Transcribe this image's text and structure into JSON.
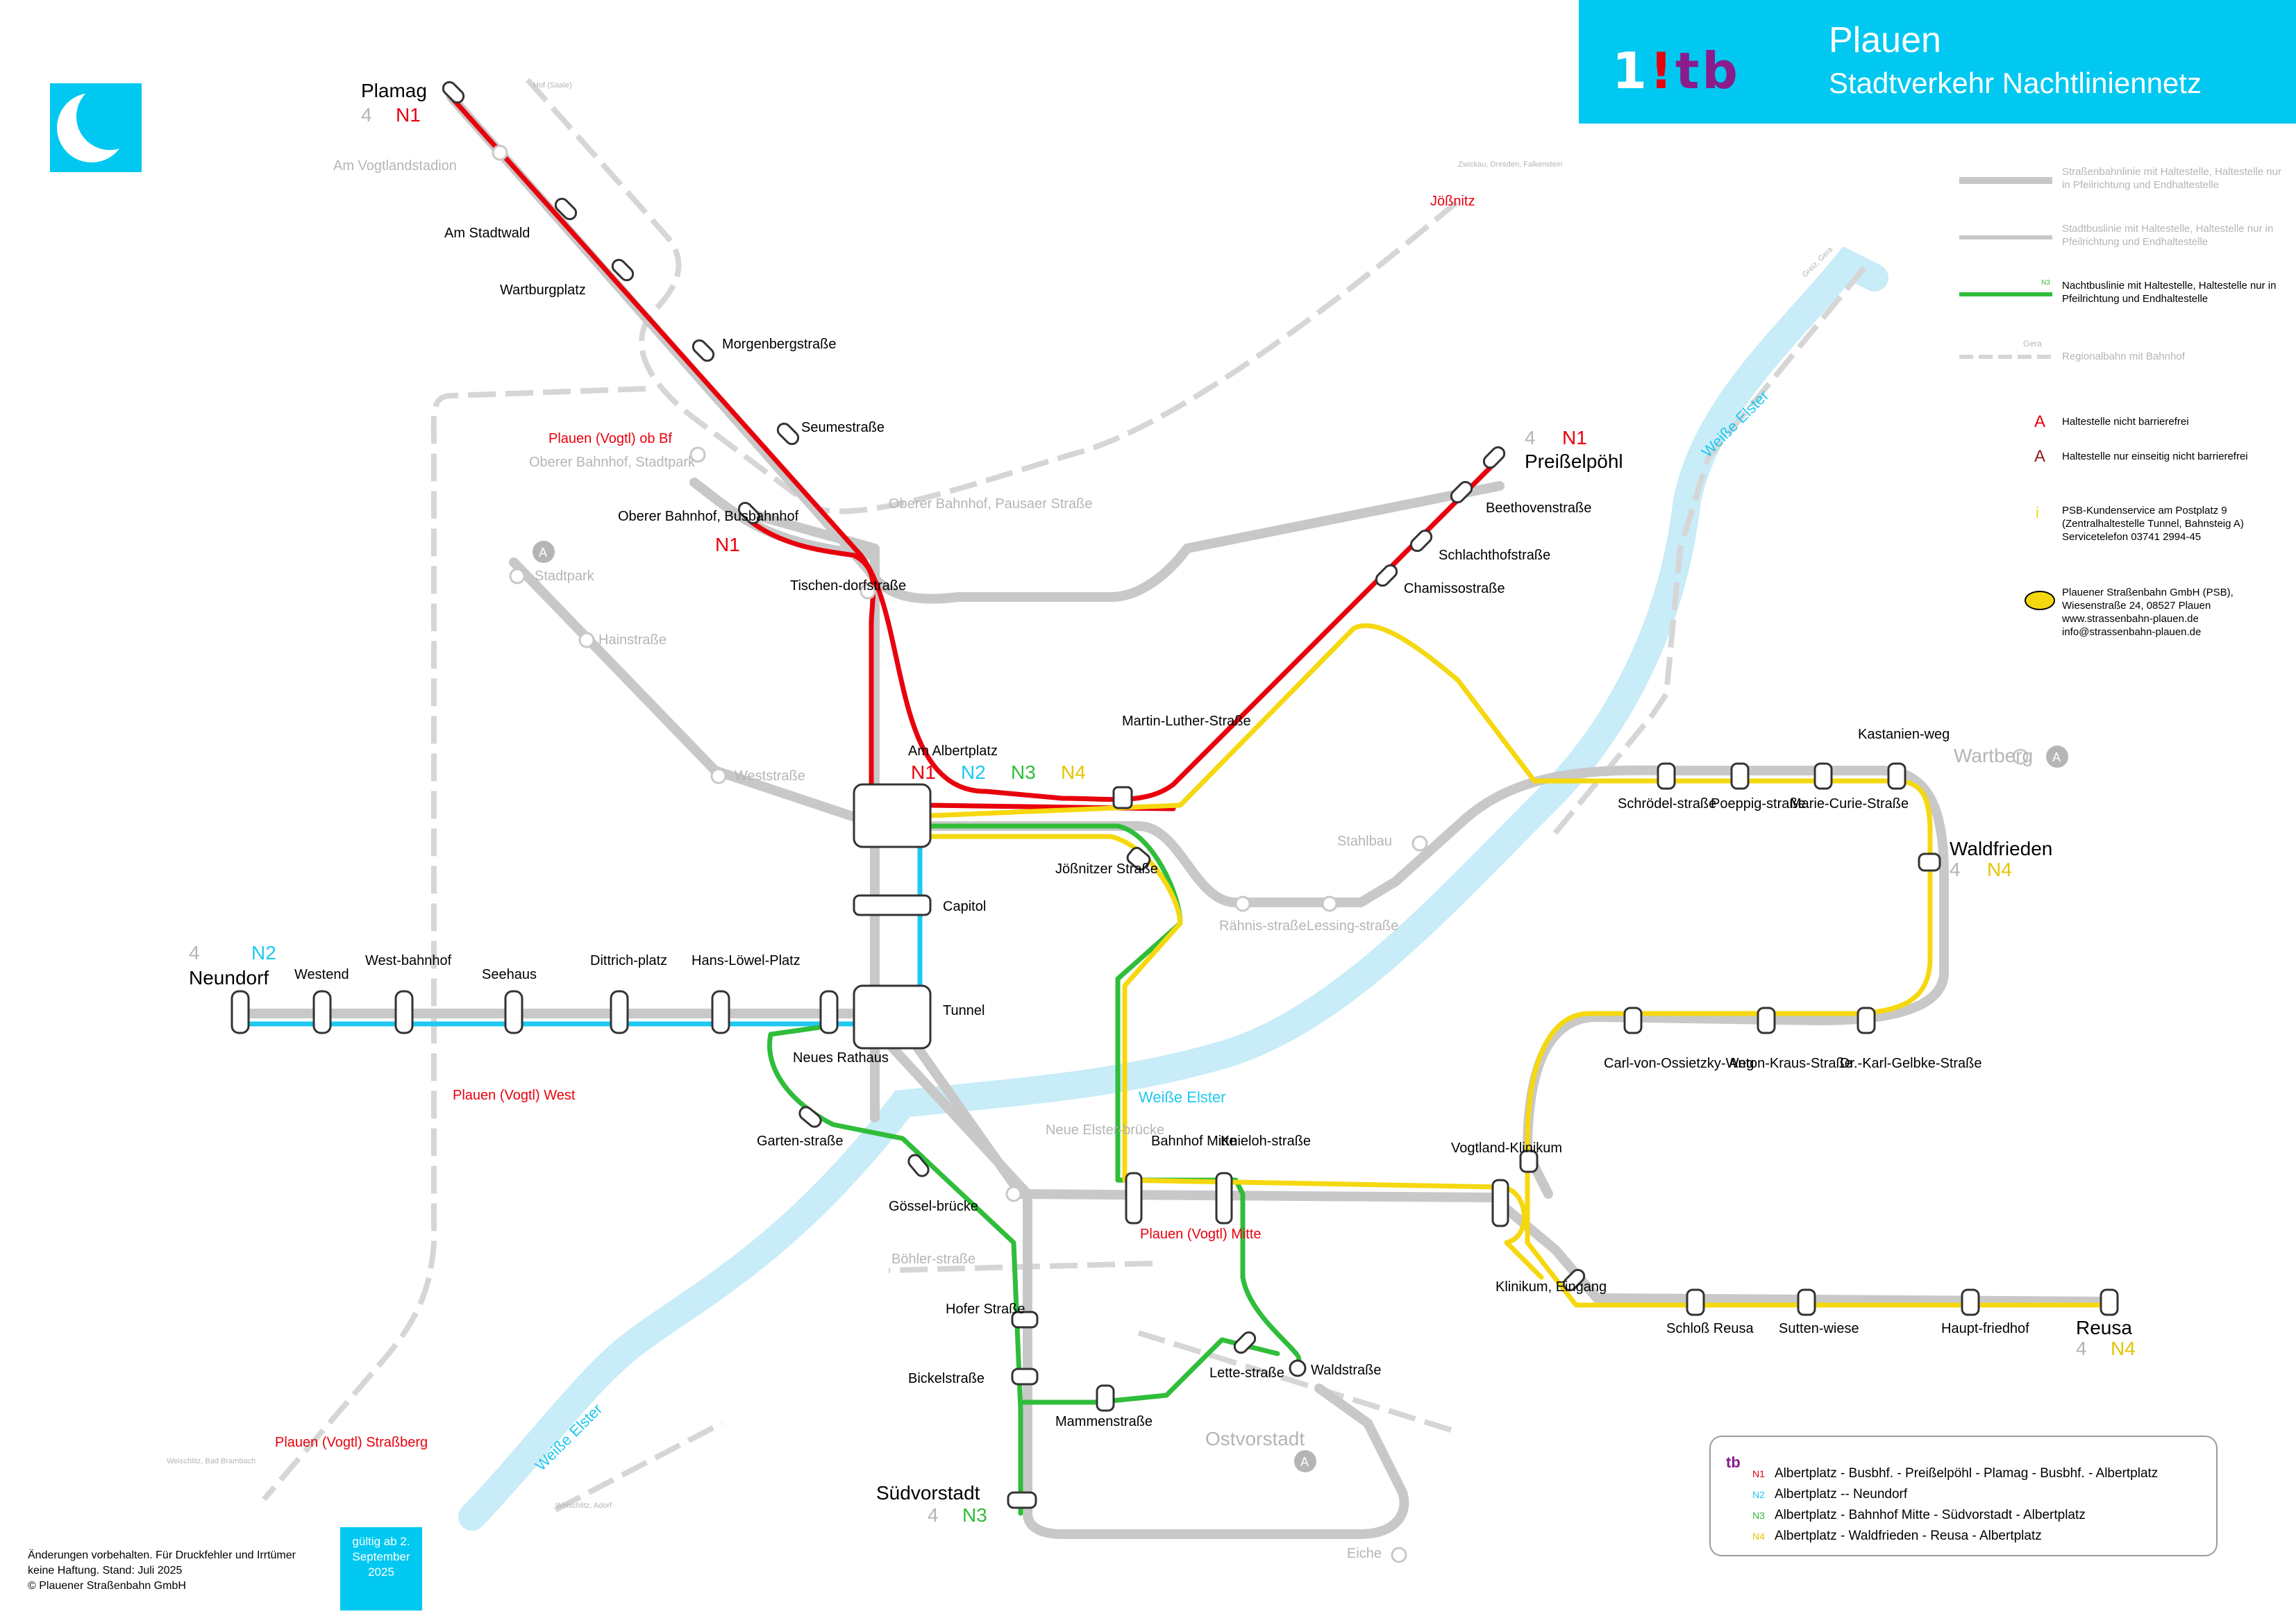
{
  "header": {
    "logo_one": "1",
    "logo_excl": "!",
    "logo_tb": "tb",
    "title": "Plauen",
    "subtitle": "Stadtverkehr Nachtliniennetz"
  },
  "colors": {
    "header_bg": "#00c8f0",
    "N1": "#e8000d",
    "N2": "#1ec8f0",
    "N3": "#2fbd3a",
    "N4": "#f5d80f",
    "tram": "#c8c8c8",
    "river": "#c8ecf8",
    "rail": "#d6d6d6"
  },
  "icons": [
    "moon-icon",
    "not-barrier-free-icon",
    "one-side-barrier-free-icon",
    "service-bahnsteig-icon",
    "psb-logo-icon",
    "rail-station-icon",
    "bus-a-icon"
  ],
  "stations": {
    "plamag": "Plamag",
    "am_vogtlandstadion": "Am Vogtlandstadion",
    "am_stadtwald": "Am Stadtwald",
    "wartburgplatz": "Wartburgplatz",
    "morgenbergstrasse": "Morgenbergstraße",
    "seumestrasse": "Seumestraße",
    "plauen_ob_bf": "Plauen (Vogtl) ob Bf",
    "oberer_bahnhof_stadtpark": "Oberer Bahnhof, Stadtpark",
    "oberer_bahnhof_busbahnhof": "Oberer Bahnhof, Busbahnhof",
    "oberer_bahnhof_pausaer": "Oberer Bahnhof, Pausaer Straße",
    "tischendorfstrasse": "Tischen-dorfstraße",
    "stadtpark": "Stadtpark",
    "hainstrasse": "Hainstraße",
    "weststrasse": "Weststraße",
    "am_albertplatz": "Am Albertplatz",
    "martin_luther_strasse": "Martin-Luther-Straße",
    "preisselpoehl": "Preißelpöhl",
    "beethovenstrasse": "Beethovenstraße",
    "schlachthofstrasse": "Schlachthofstraße",
    "chamissostrasse": "Chamissostraße",
    "joessnitz": "Jößnitz",
    "joessnitzer_strasse": "Jößnitzer Straße",
    "capitol": "Capitol",
    "tunnel": "Tunnel",
    "neundorf": "Neundorf",
    "westend": "Westend",
    "westbahnhof": "West-bahnhof",
    "seehaus": "Seehaus",
    "dittrichplatz": "Dittrich-platz",
    "hans_loewel_platz": "Hans-Löwel-Platz",
    "neues_rathaus": "Neues Rathaus",
    "plauen_west": "Plauen (Vogtl) West",
    "gartenstrasse": "Garten-straße",
    "goesselbruecke": "Gössel-brücke",
    "boehlerstrasse": "Böhler-straße",
    "neue_elsterbruecke": "Neue Elster-brücke",
    "bahnhof_mitte": "Bahnhof Mitte",
    "knielohstrasse": "Knieloh-straße",
    "plauen_mitte": "Plauen (Vogtl) Mitte",
    "hofer_strasse": "Hofer Straße",
    "bickelstrasse": "Bickelstraße",
    "mammenstrasse": "Mammenstraße",
    "lettestrasse": "Lette-straße",
    "waldstrasse": "Waldstraße",
    "suedvorstadt": "Südvorstadt",
    "ostvorstadt": "Ostvorstadt",
    "eiche": "Eiche",
    "plauen_strassberg": "Plauen (Vogtl) Straßberg",
    "stahlbau": "Stahlbau",
    "raehnisstrasse": "Rähnis-straße",
    "lessingstrasse": "Lessing-straße",
    "schroedelstrasse": "Schrödel-straße",
    "poeppigstrasse": "Poeppig-straße",
    "marie_curie_strasse": "Marie-Curie-Straße",
    "kastanienweg": "Kastanien-weg",
    "wartberg": "Wartberg",
    "waldfrieden": "Waldfrieden",
    "carl_von_ossietzky_weg": "Carl-von-Ossietzky-Weg",
    "anton_kraus_strasse": "Anton-Kraus-Straße",
    "dr_karl_gelbke_strasse": "Dr.-Karl-Gelbke-Straße",
    "vogtland_klinikum": "Vogtland-Klinikum",
    "klinikum_eingang": "Klinikum, Eingang",
    "schloss_reusa": "Schloß Reusa",
    "suttenwiese": "Sutten-wiese",
    "hauptfriedhof": "Haupt-friedhof",
    "reusa": "Reusa"
  },
  "line_labels": {
    "N1": "N1",
    "N2": "N2",
    "N3": "N3",
    "N4": "N4",
    "tram4": "4"
  },
  "river": {
    "label1": "Weiße Elster",
    "label2": "Weiße Elster",
    "label3": "Weiße Elster"
  },
  "rail_dest": {
    "hof": "Hof (Saale)",
    "zwickau": "Zwickau, Dresden, Falkenstein",
    "greiz": "Greiz, Gera",
    "weischlitz_brambach": "Weischlitz, Bad Brambach",
    "weischlitz_adorf": "Weischlitz, Adorf"
  },
  "legend": {
    "tram_line": "Straßenbahnlinie mit Haltestelle, Haltestelle nur in Pfeilrichtung und Endhaltestelle",
    "city_bus": "Stadtbuslinie mit Haltestelle, Haltestelle nur in Pfeilrichtung und Endhaltestelle",
    "night_bus": "Nachtbuslinie mit Haltestelle, Haltestelle nur in Pfeilrichtung und Endhaltestelle",
    "night_bus_code": "N3",
    "regional": "Regionalbahn mit Bahnhof",
    "regional_code": "Gera",
    "not_barrier_free": "Haltestelle nicht barrierefrei",
    "one_side": "Haltestelle nur einseitig nicht barrierefrei",
    "service": "PSB-Kundenservice am Postplatz 9 (Zentralhaltestelle Tunnel, Bahnsteig A) Servicetelefon 03741 2994-45",
    "company": "Plauener Straßenbahn GmbH (PSB), Wiesenstraße 24, 08527 Plauen www.strassenbahn-plauen.de info@strassenbahn-plauen.de"
  },
  "routes": [
    {
      "code": "N1",
      "text": "Albertplatz - Busbhf. - Preißelpöhl - Plamag - Busbhf. - Albertplatz"
    },
    {
      "code": "N2",
      "text": "Albertplatz -- Neundorf"
    },
    {
      "code": "N3",
      "text": "Albertplatz - Bahnhof Mitte - Südvorstadt - Albertplatz"
    },
    {
      "code": "N4",
      "text": "Albertplatz - Waldfrieden - Reusa - Albertplatz"
    }
  ],
  "routes_logo": "tb",
  "validity": "gültig ab 2. September 2025",
  "disclaimer": {
    "line1": "Änderungen vorbehalten. Für Druckfehler und Irrtümer",
    "line2": "keine Haftung. Stand: Juli 2025",
    "line3": "© Plauener Straßenbahn GmbH"
  }
}
